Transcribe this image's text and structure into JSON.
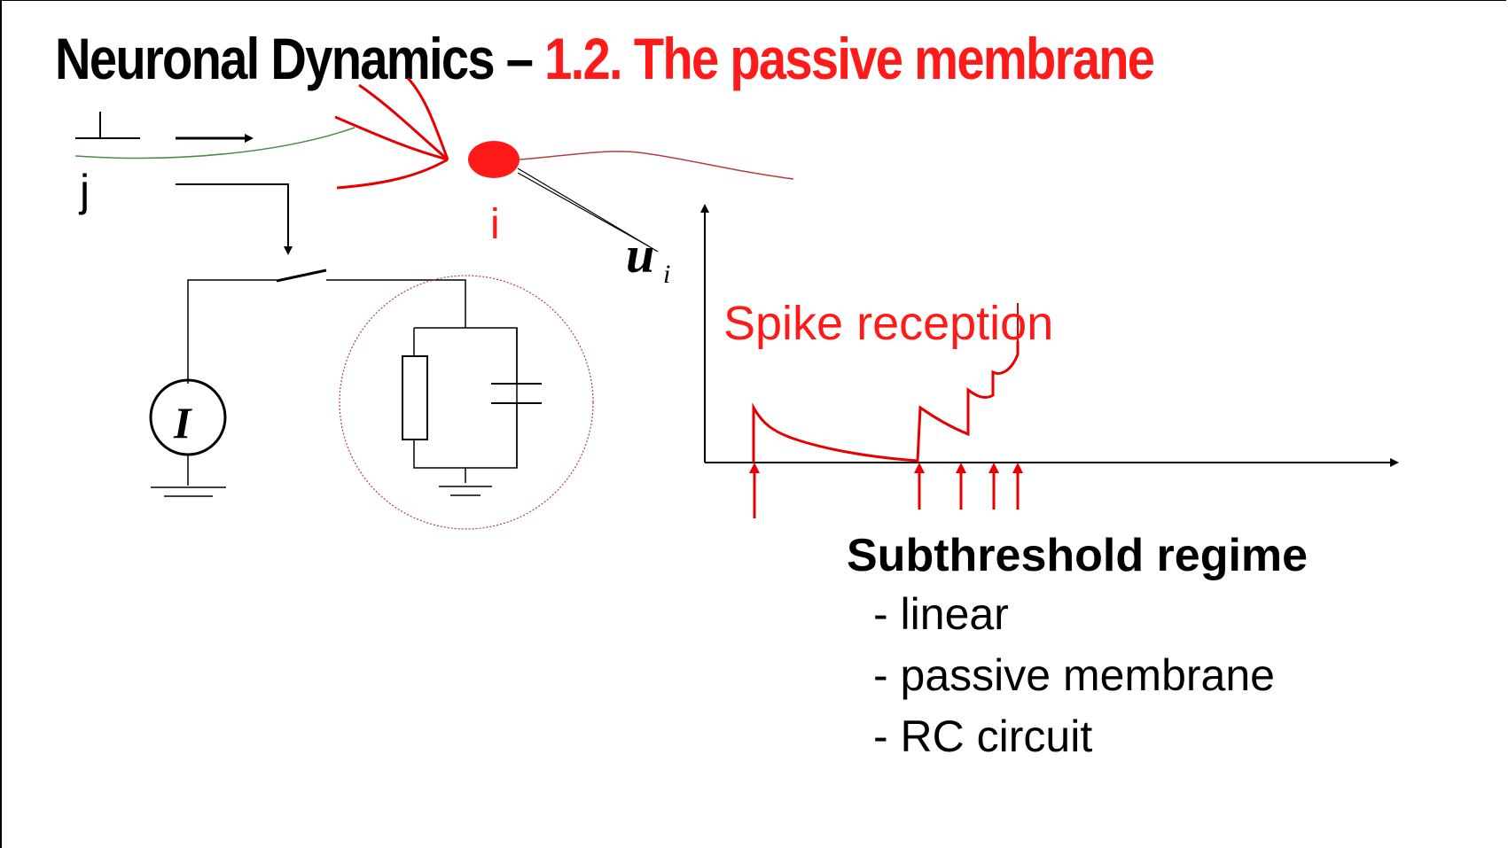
{
  "title": {
    "part1": "Neuronal Dynamics – ",
    "part2": "1.2. The passive membrane"
  },
  "labels": {
    "presynaptic": "j",
    "postsynaptic": "i",
    "potential": "u",
    "potential_sub": "i",
    "current_source": "I",
    "spike_reception": "Spike reception"
  },
  "regime": {
    "title": "Subthreshold regime",
    "items": [
      "- linear",
      "- passive membrane",
      "- RC circuit"
    ]
  },
  "colors": {
    "title_black": "#000000",
    "title_red": "#ff1a1a",
    "neuron_red": "#e60000",
    "axon_green": "#4a8a4a",
    "dendrite_line": "#b04040"
  }
}
